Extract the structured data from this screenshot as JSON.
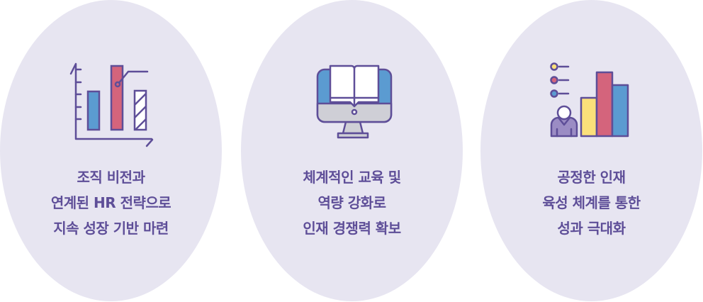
{
  "colors": {
    "background": "#ffffff",
    "pill": "#e7e5f1",
    "stroke": "#5e4e98",
    "text": "#5e4e98",
    "blue": "#5b9bd1",
    "red": "#d4647c",
    "yellow": "#fbe07a",
    "grey": "#cfcfd6",
    "person": "#9b8cc4",
    "white": "#ffffff"
  },
  "cards": [
    {
      "icon": "bar-chart-icon",
      "lines": [
        "조직 비전과",
        "연계된 HR 전략으로",
        "지속 성장 기반 마련"
      ]
    },
    {
      "icon": "monitor-book-icon",
      "lines": [
        "체계적인 교육 및",
        "역량 강화로",
        "인재 경쟁력 확보"
      ]
    },
    {
      "icon": "person-performance-chart-icon",
      "lines": [
        "공정한 인재",
        "육성 체계를 통한",
        "성과 극대화"
      ]
    }
  ]
}
